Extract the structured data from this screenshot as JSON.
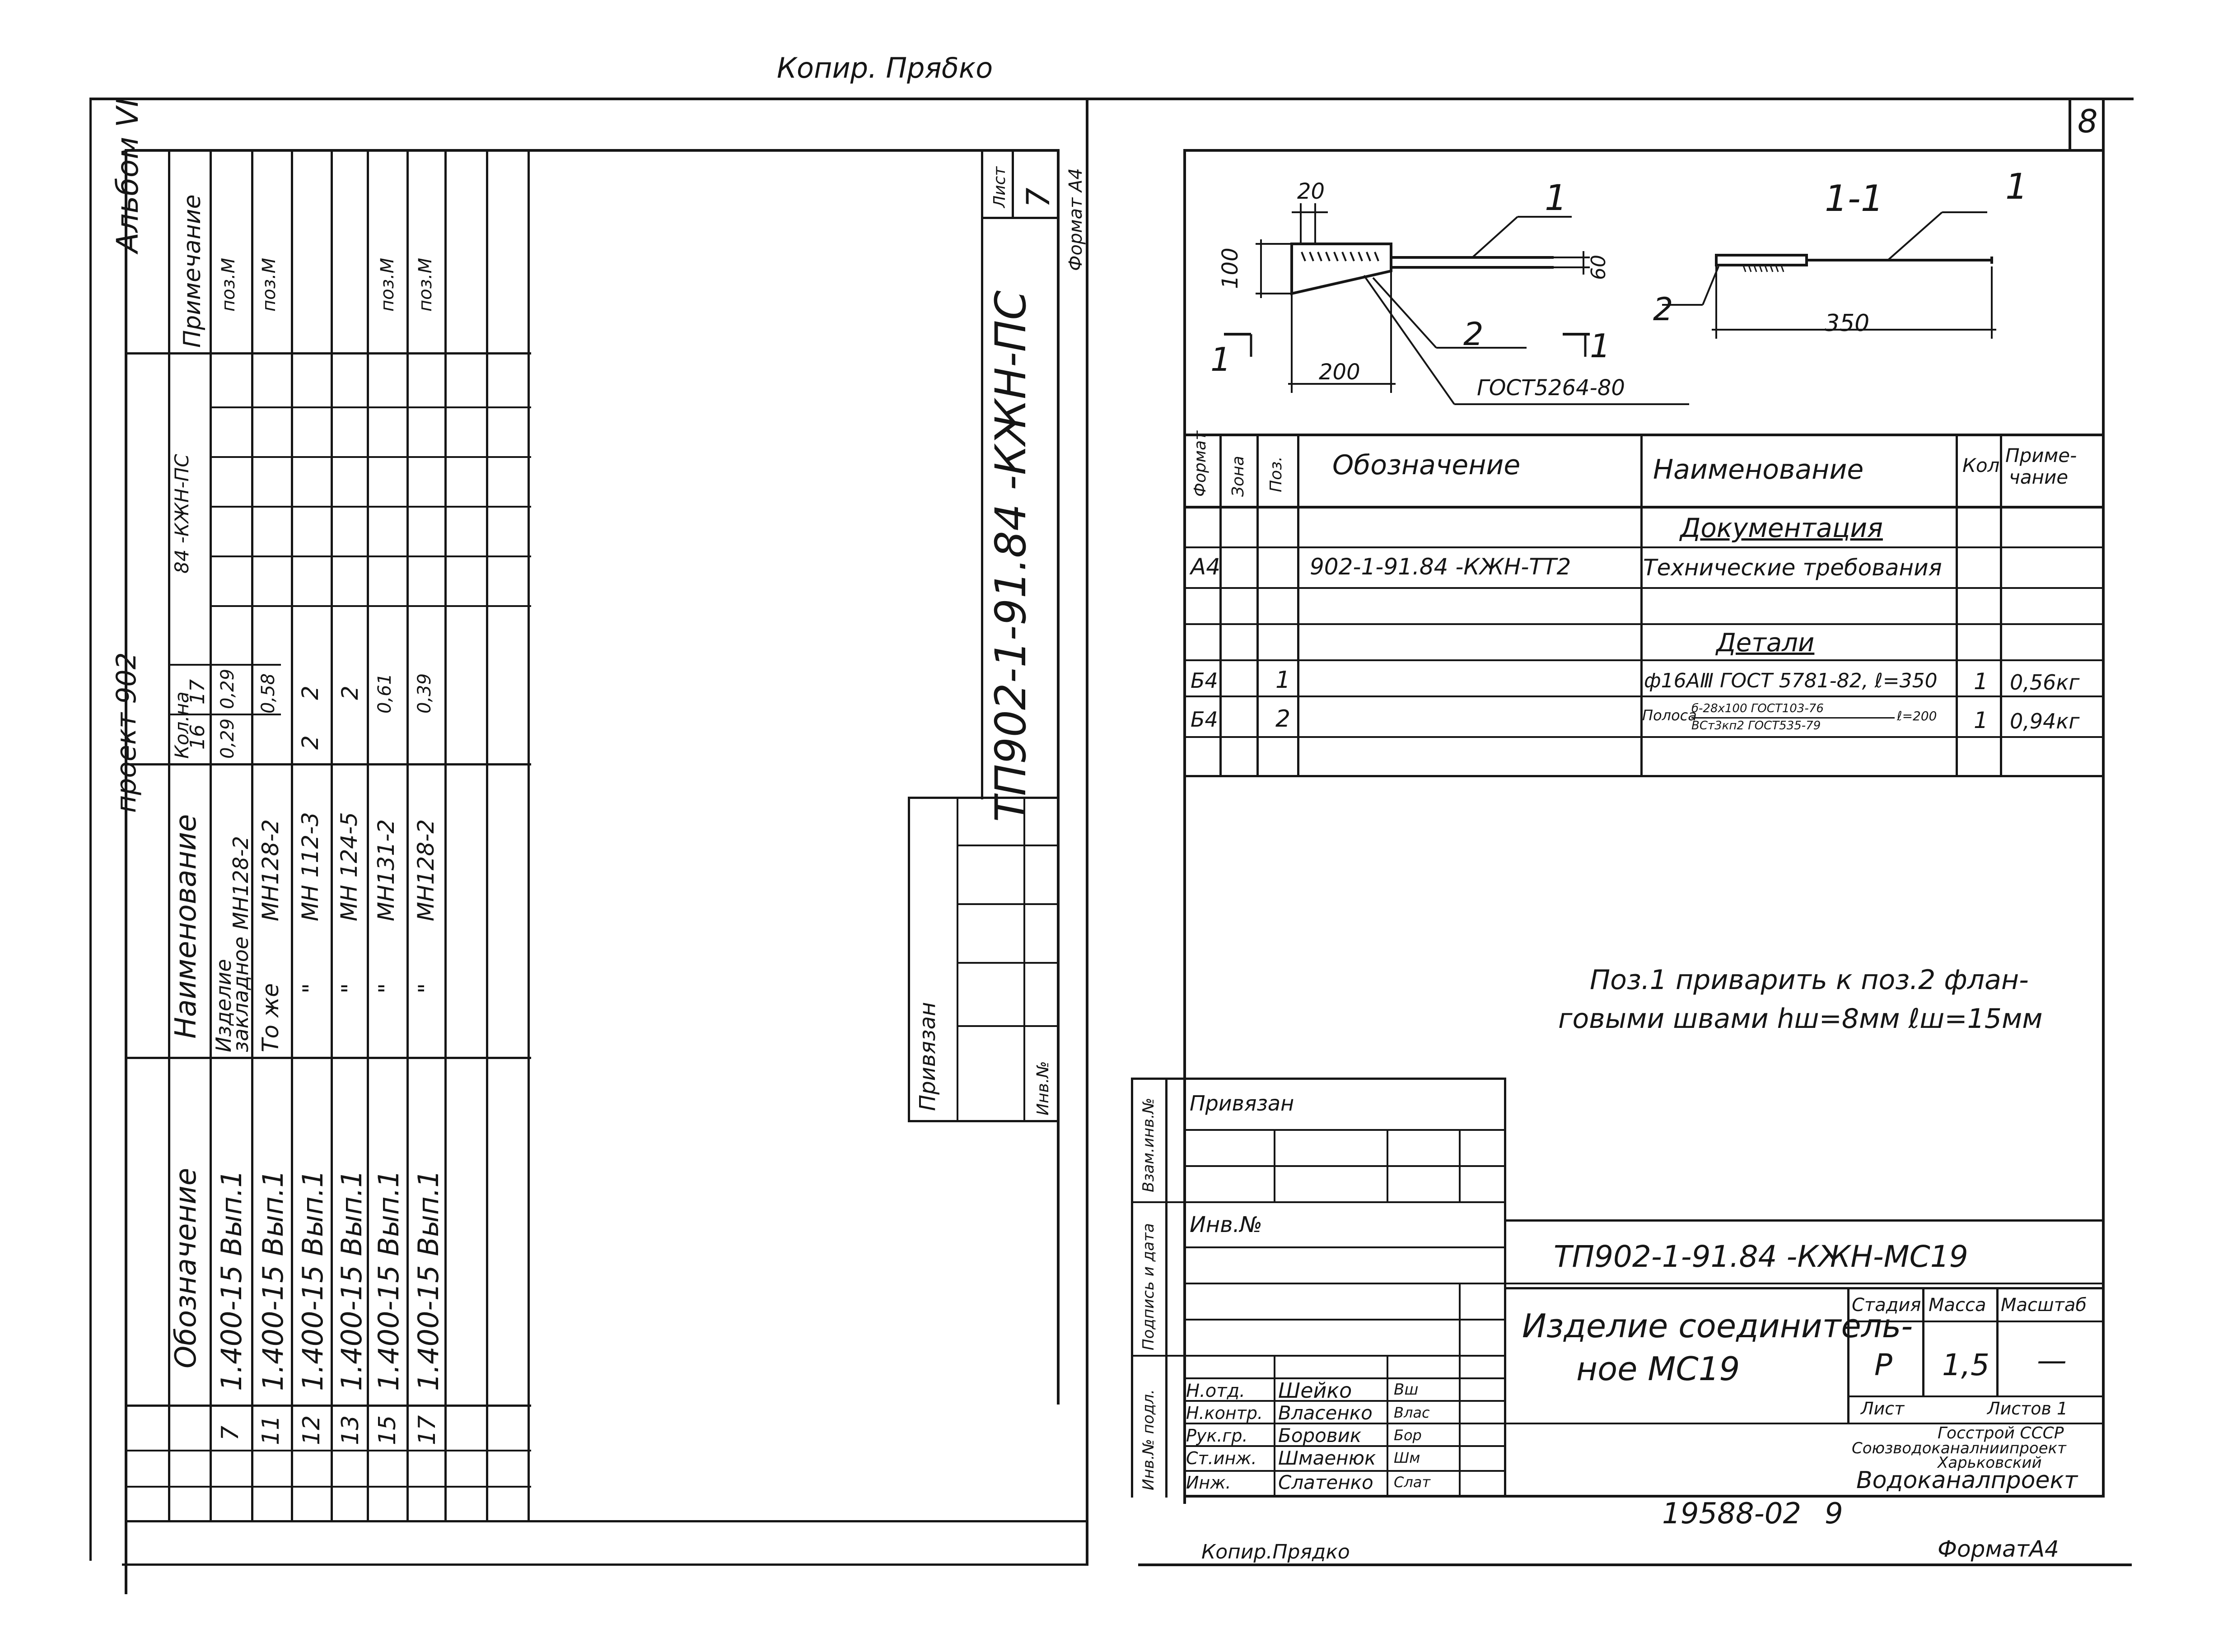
{
  "top_copy": "Копир. Пряδко",
  "bottom_copy": "Копир.Прядко",
  "format_bottom": "ФорматА4",
  "archive_number": "19588-02",
  "archive_page": "9",
  "sheet_number_right": "8",
  "left_sheet": {
    "album": "Альбом VI",
    "project_fragment": "проект 902",
    "designation": "ТП902-1-91.84 -КЖН-ПС",
    "list_label": "Лист",
    "list_value": "7",
    "format": "Формат А4",
    "privyazan": "Привязан",
    "inv_no": "Инв.№",
    "header": {
      "oboznachenie": "Обозначение",
      "naimenovanie": "Наименование",
      "kol_label": "Кол.на",
      "kol_unit": "84 -КЖН-ПС",
      "col16": "16",
      "col17": "17",
      "primechanie": "Примечание"
    },
    "rows": [
      {
        "pos": "7",
        "oboz": "1.400-15 Вып.1",
        "name1": "Изделие",
        "name2": "закладное МН128-2",
        "c16": "0,29",
        "c17": "0,29",
        "note": "поз.М"
      },
      {
        "pos": "11",
        "oboz": "1.400-15 Вып.1",
        "name1": "То же",
        "name2": "МН128-2",
        "c16": "",
        "c17": "0,58",
        "note": "поз.М"
      },
      {
        "pos": "12",
        "oboz": "1.400-15 Вып.1",
        "name1": "\"",
        "name2": "МН 112-3",
        "c16": "2",
        "c17": "2",
        "note": ""
      },
      {
        "pos": "13",
        "oboz": "1.400-15 Вып.1",
        "name1": "\"",
        "name2": "МН 124-5",
        "c16": "",
        "c17": "2",
        "note": ""
      },
      {
        "pos": "15",
        "oboz": "1.400-15 Вып.1",
        "name1": "\"",
        "name2": "МН131-2",
        "c16": "",
        "c17": "0,61",
        "note": "поз.М"
      },
      {
        "pos": "17",
        "oboz": "1.400-15 Вып.1",
        "name1": "\"",
        "name2": "МН128-2",
        "c16": "",
        "c17": "0,39",
        "note": "поз.М"
      }
    ]
  },
  "drawing": {
    "dim_20": "20",
    "dim_100": "100",
    "dim_60": "60",
    "dim_200": "200",
    "dim_350": "350",
    "leader_1": "1",
    "leader_2": "2",
    "section_mark": "1",
    "section_title": "1-1",
    "weld_std": "ГОСТ5264-80"
  },
  "spec": {
    "headers": {
      "format": "Формат",
      "zona": "Зона",
      "poz": "Поз.",
      "oboz": "Обозначение",
      "naim": "Наименование",
      "kol": "Кол",
      "prim1": "Приме-",
      "prim2": "чание"
    },
    "section_docs": "Документация",
    "doc_row": {
      "format": "А4",
      "oboz": "902-1-91.84 -КЖН-ТТ2",
      "naim": "Технические требования"
    },
    "section_parts": "Детали",
    "parts": [
      {
        "format": "Б4",
        "poz": "1",
        "naim": "ф16АⅢ ГОСТ 5781-82, ℓ=350",
        "kol": "1",
        "prim": "0,56кг"
      },
      {
        "format": "Б4",
        "poz": "2",
        "naim_a": "Полоса",
        "naim_num": "б-28х100 ГОСТ103-76",
        "naim_den": "ВСт3кп2 ГОСТ535-79",
        "naim_b": "ℓ=200",
        "kol": "1",
        "prim": "0,94кг"
      }
    ]
  },
  "note": {
    "line1": "Поз.1 приварить к поз.2 флан-",
    "line2": "говыми швами hш=8мм ℓш=15мм"
  },
  "title_block": {
    "side_labels": [
      "Взам.инв.№",
      "Подпись и дата",
      "Инв.№ подл."
    ],
    "privyazan": "Привязан",
    "inv_no": "Инв.№",
    "code": "ТП902-1-91.84 -КЖН-МС19",
    "name1": "Изделие соединитель-",
    "name2": "ное МС19",
    "stadiya_label": "Стадия",
    "massa_label": "Масса",
    "masshtab_label": "Масштаб",
    "stadiya": "Р",
    "massa": "1,5",
    "masshtab": "—",
    "list_label": "Лист",
    "listov_label": "Листов 1",
    "org1": "Госстрой СССР",
    "org2": "Союзводоканалниипроект",
    "org3": "Харьковский",
    "org4": "Водоканалпроект",
    "people": [
      {
        "role": "Н.отд.",
        "name": "Шейко",
        "sign": "Вш"
      },
      {
        "role": "Н.контр.",
        "name": "Власенко",
        "sign": "Влас"
      },
      {
        "role": "Рук.гр.",
        "name": "Боровик",
        "sign": "Бор"
      },
      {
        "role": "Ст.инж.",
        "name": "Шмаенюк",
        "sign": "Шм"
      },
      {
        "role": "Инж.",
        "name": "Слатенко",
        "sign": "Слат"
      }
    ]
  }
}
